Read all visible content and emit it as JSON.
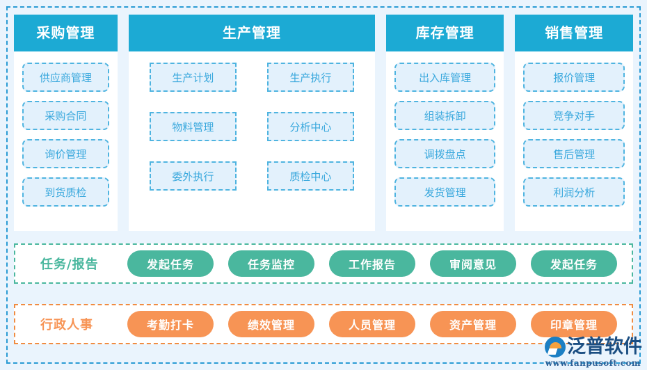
{
  "theme": {
    "page_background": "#eaf4fd",
    "outer_border": "#2a9bd4",
    "module_header": "#1caad4",
    "module_item_text": "#39a8dd",
    "module_item_fill": "#e3f1fc",
    "task_accent": "#4ab79e",
    "admin_accent": "#f79455"
  },
  "modules": [
    {
      "title": "采购管理",
      "layout": "list",
      "items": [
        "供应商管理",
        "采购合同",
        "询价管理",
        "到货质检"
      ]
    },
    {
      "title": "生产管理",
      "layout": "grid",
      "items": [
        "生产计划",
        "生产执行",
        "物料管理",
        "分析中心",
        "委外执行",
        "质检中心"
      ]
    },
    {
      "title": "库存管理",
      "layout": "list",
      "items": [
        "出入库管理",
        "组装拆卸",
        "调拨盘点",
        "发货管理"
      ]
    },
    {
      "title": "销售管理",
      "layout": "list",
      "items": [
        "报价管理",
        "竞争对手",
        "售后管理",
        "利润分析"
      ]
    }
  ],
  "task_strip": {
    "label": "任务/报告",
    "buttons": [
      "发起任务",
      "任务监控",
      "工作报告",
      "审阅意见",
      "发起任务"
    ]
  },
  "admin_strip": {
    "label": "行政人事",
    "buttons": [
      "考勤打卡",
      "绩效管理",
      "人员管理",
      "资产管理",
      "印章管理"
    ]
  },
  "watermark": {
    "name": "泛普软件",
    "url": "www.fanpusoft.com"
  }
}
